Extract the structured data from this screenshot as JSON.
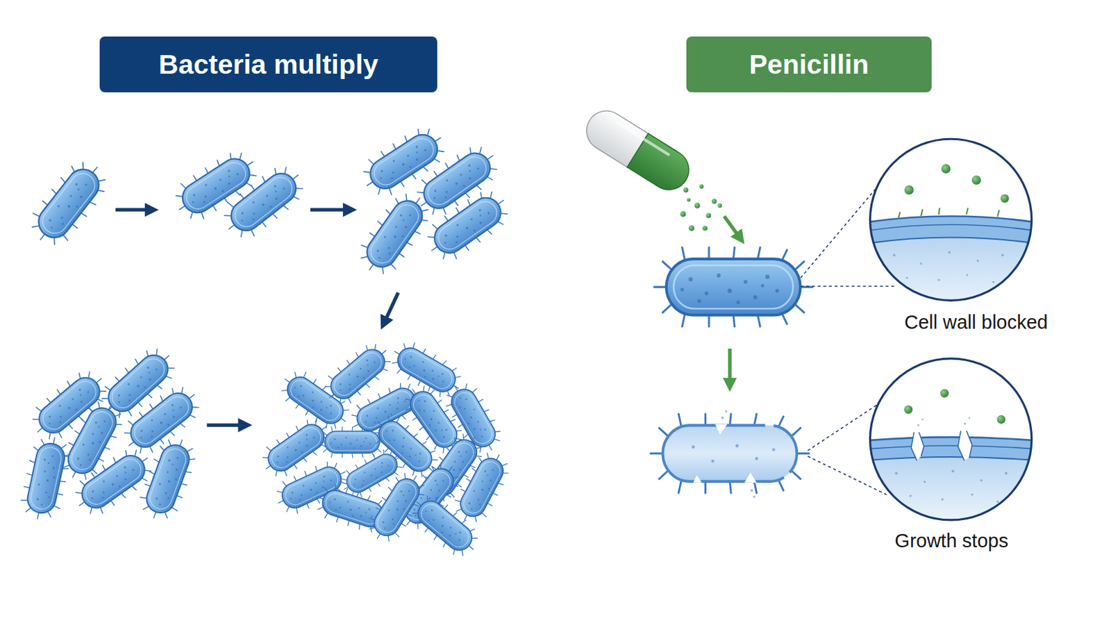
{
  "diagram": {
    "nodes": [
      {
        "text": [
          "Bacteria multiply"
        ]
      },
      {
        "text": [
          "Penicillin"
        ]
      }
    ],
    "labels": [
      "Cell wall blocked",
      "Growth stops"
    ]
  }
}
